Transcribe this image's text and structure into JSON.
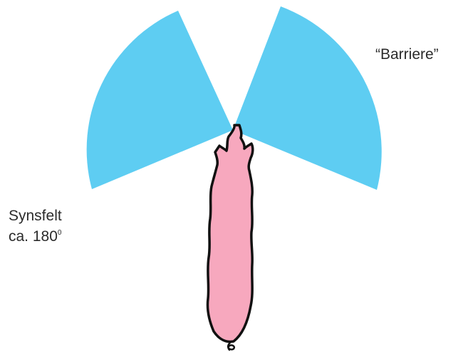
{
  "labels": {
    "barrier": "“Barriere”",
    "vision_field_line1": "Synsfelt",
    "vision_field_line2": "ca. 180",
    "vision_field_degree": "0"
  },
  "colors": {
    "vision_field": "#5ecdf2",
    "pig_body": "#f7a8be",
    "outline": "#111111",
    "text": "#2b2b2b",
    "background": "#ffffff"
  }
}
